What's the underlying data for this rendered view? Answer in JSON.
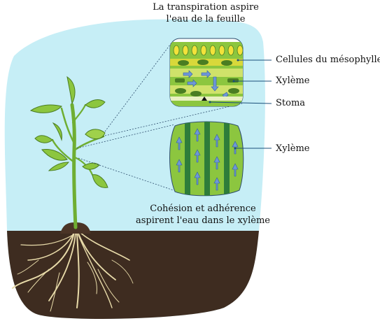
{
  "title": {
    "line1": "La transpiration aspire",
    "line2": "l'eau de la feuille"
  },
  "labels": {
    "mesophyll": "Cellules du mésophylle",
    "xylem_leaf": "Xylème",
    "stoma": "Stoma",
    "xylem_stem": "Xylème"
  },
  "caption": {
    "line1": "Cohésion et adhérence",
    "line2": "aspirent l'eau dans le xylème"
  },
  "colors": {
    "sky": "#c6eef6",
    "soil": "#3e2c20",
    "leaf": "#8cc63f",
    "leaf_dark": "#4a7d22",
    "stem": "#6fae32",
    "xylem_arrow": "#6f97d8",
    "mesophyll_cell": "#f2e23a",
    "root": "#e8dba9"
  }
}
